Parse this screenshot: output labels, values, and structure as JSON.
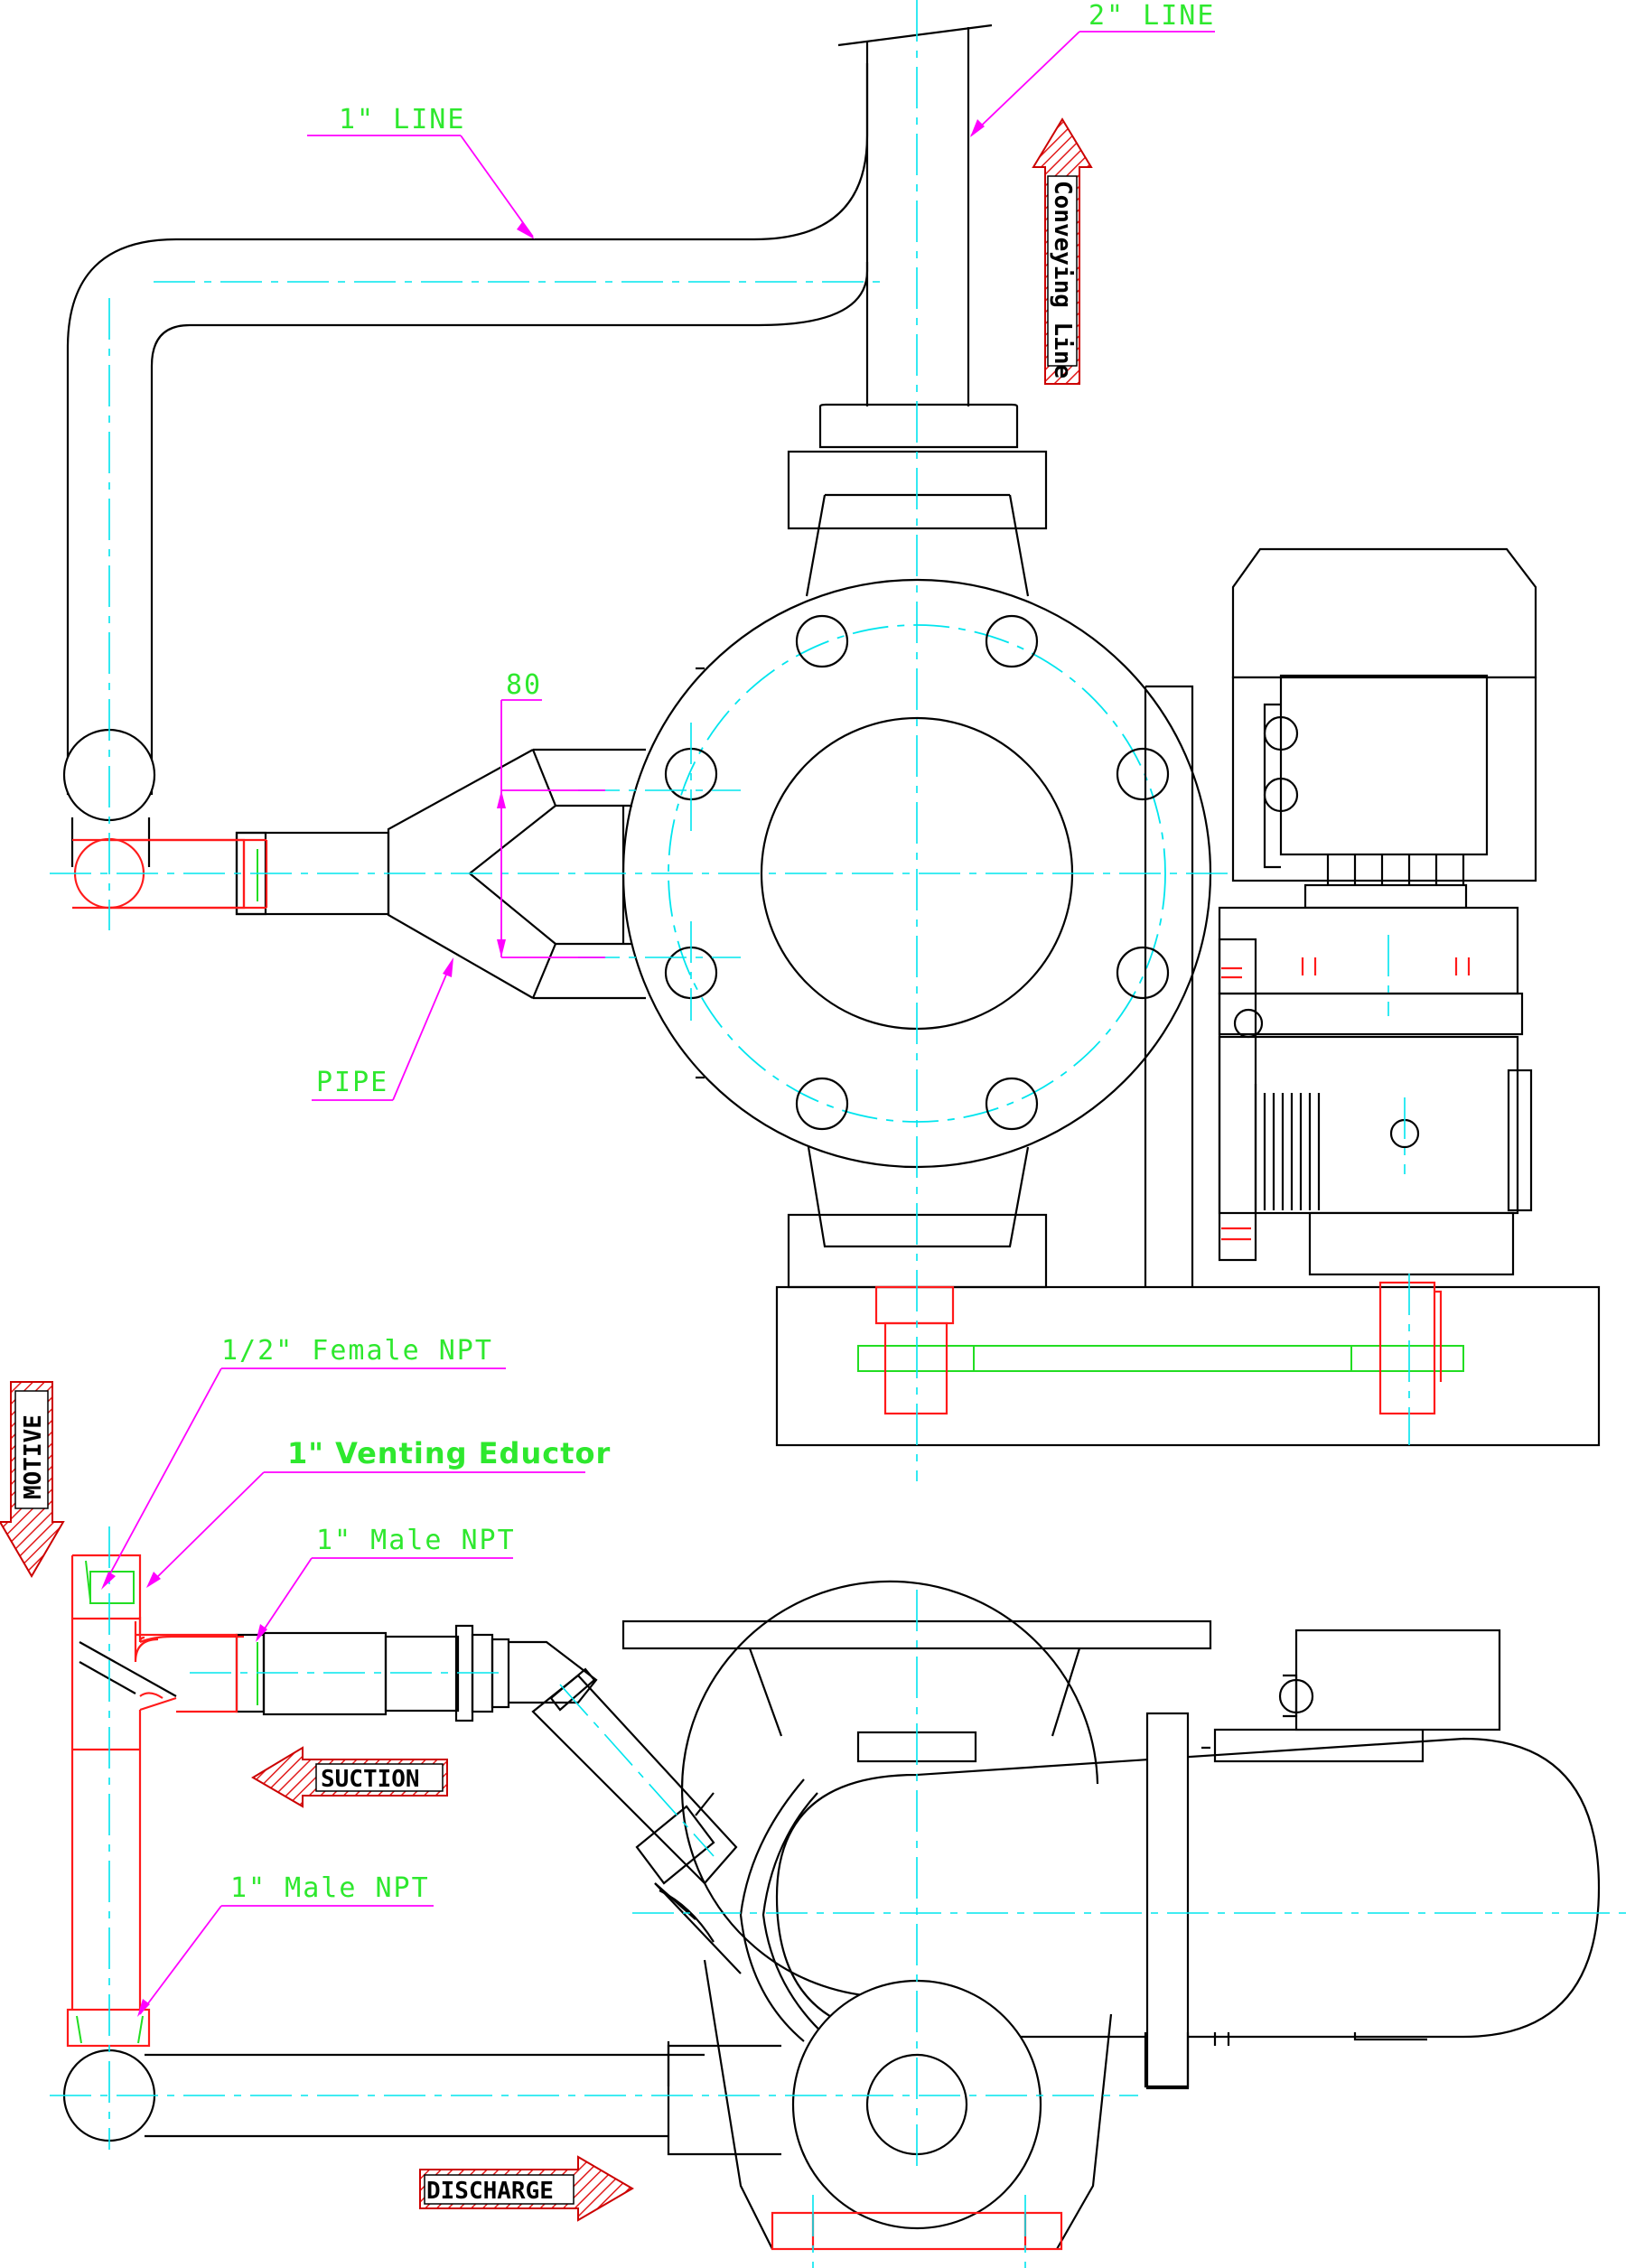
{
  "labels": {
    "one_inch_line": "1\" LINE",
    "two_inch_line": "2\" LINE",
    "dimension_80": "80",
    "pipe": "PIPE",
    "half_inch_female_npt": "1/2\" Female NPT",
    "venting_eductor": "1\" Venting Eductor",
    "male_npt_upper": "1\" Male NPT",
    "male_npt_lower": "1\" Male NPT"
  },
  "flow_arrows": {
    "conveying_line": "Conveying Line",
    "motive": "MOTIVE",
    "suction": "SUCTION",
    "discharge": "DISCHARGE"
  },
  "colors": {
    "outline": "#000000",
    "centerline": "#00e5ee",
    "hidden_red": "#ff1a1a",
    "label_green": "#2ee82e",
    "leader_magenta": "#ff00ff",
    "arrow_hatch": "#cc0000"
  }
}
